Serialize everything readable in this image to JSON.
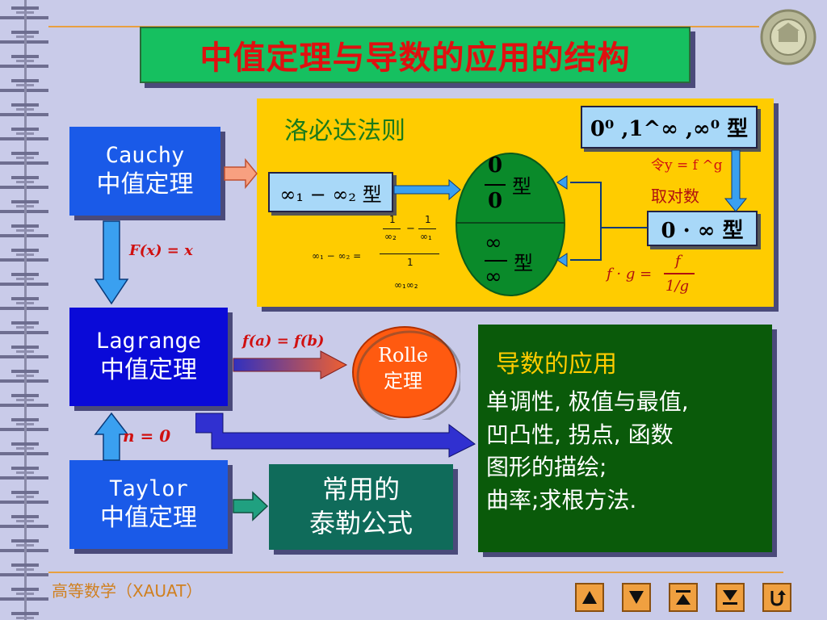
{
  "title": "中值定理与导数的应用的结构",
  "cauchy": {
    "line1": "Cauchy",
    "line2": "中值定理"
  },
  "lagrange": {
    "line1": "Lagrange",
    "line2": "中值定理"
  },
  "taylor": {
    "line1": "Taylor",
    "line2": "中值定理"
  },
  "rolle": {
    "line1": "Rolle",
    "line2": "定理"
  },
  "taylor_formula": {
    "line1": "常用的",
    "line2": "泰勒公式"
  },
  "lhopital": {
    "heading": "洛必达法则",
    "inf_minus_inf_type": "∞₁ − ∞₂ 型",
    "zero_over_zero_num": "0",
    "zero_over_zero_den": "0",
    "type_char": "型",
    "inf_over_inf_num": "∞",
    "inf_over_inf_den": "∞",
    "power_types": "0⁰ ,1^∞ ,∞⁰ 型",
    "let_text": "令y = f ^g",
    "take_log": "取对数",
    "zero_times_inf": "0 · ∞ 型",
    "fg_formula_left": "f · g =",
    "fg_formula_num": "f",
    "fg_formula_den": "1/g",
    "conv_left": "∞₁ − ∞₂ =",
    "conv_num_a": "1",
    "conv_den_a": "∞₂",
    "conv_num_b": "1",
    "conv_den_b": "∞₁",
    "conv_big_num": "1",
    "conv_big_den": "∞₁∞₂",
    "minus": "−"
  },
  "edges": {
    "cauchy_to_lagrange": "F(x) = x",
    "lagrange_to_rolle": "f(a) = f(b)",
    "taylor_to_lagrange": "n = 0"
  },
  "applications": {
    "heading": "导数的应用",
    "lines": [
      "单调性, 极值与最值,",
      "凹凸性, 拐点, 函数",
      "图形的描绘;",
      "曲率;求根方法."
    ]
  },
  "footer": "高等数学（XAUAT）",
  "nav": [
    "up-icon",
    "down-icon",
    "first-icon",
    "last-icon",
    "return-icon"
  ],
  "colors": {
    "accent_orange": "#e8a040",
    "title_red": "#e01010",
    "blue_box": "#1a4ae8",
    "panel_yellow": "#ffcc00",
    "green": "#0a5a0a"
  }
}
